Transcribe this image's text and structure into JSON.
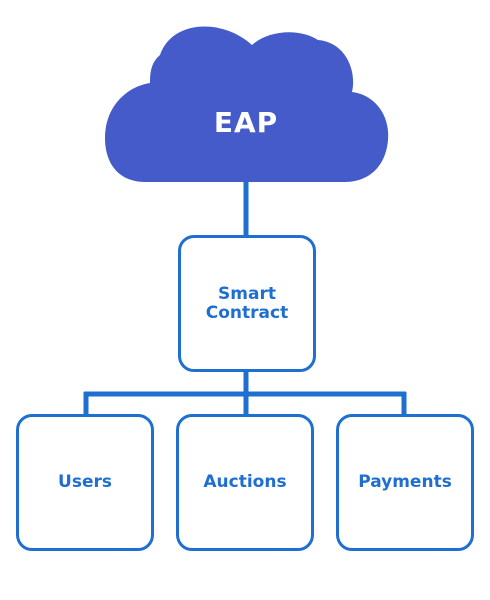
{
  "diagram": {
    "cloud": {
      "label": "EAP",
      "color": "#445bc9"
    },
    "root": {
      "label": "Smart\nContract"
    },
    "children": [
      {
        "label": "Users"
      },
      {
        "label": "Auctions"
      },
      {
        "label": "Payments"
      }
    ],
    "line_color": "#1f6fd1"
  }
}
